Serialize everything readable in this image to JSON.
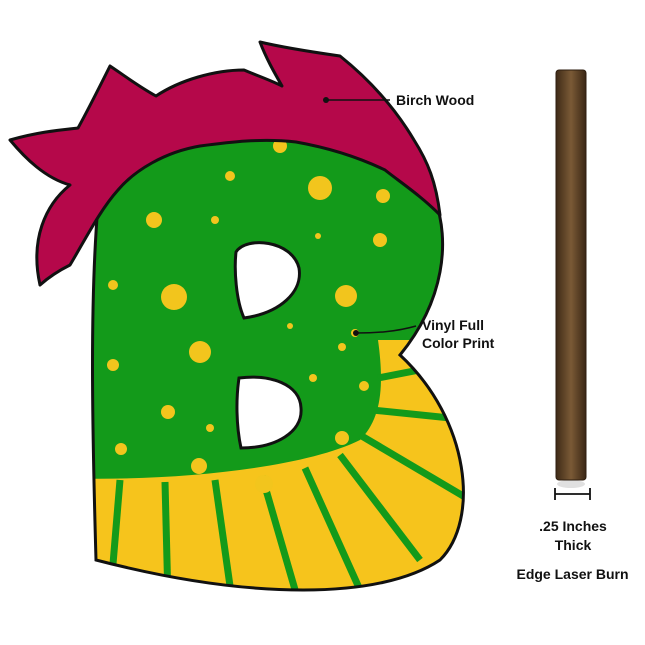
{
  "colors": {
    "hair": "#b5084a",
    "body": "#139a1a",
    "dots": "#f2c51d",
    "stripes": "#f6c41c",
    "outline": "#111111",
    "wood_edge": "#5b4128"
  },
  "annotations": {
    "birch_wood": "Birch Wood",
    "vinyl_line1": "Vinyl Full",
    "vinyl_line2": "Color Print",
    "thickness_line1": ".25 Inches",
    "thickness_line2": "Thick",
    "edge": "Edge Laser Burn"
  }
}
